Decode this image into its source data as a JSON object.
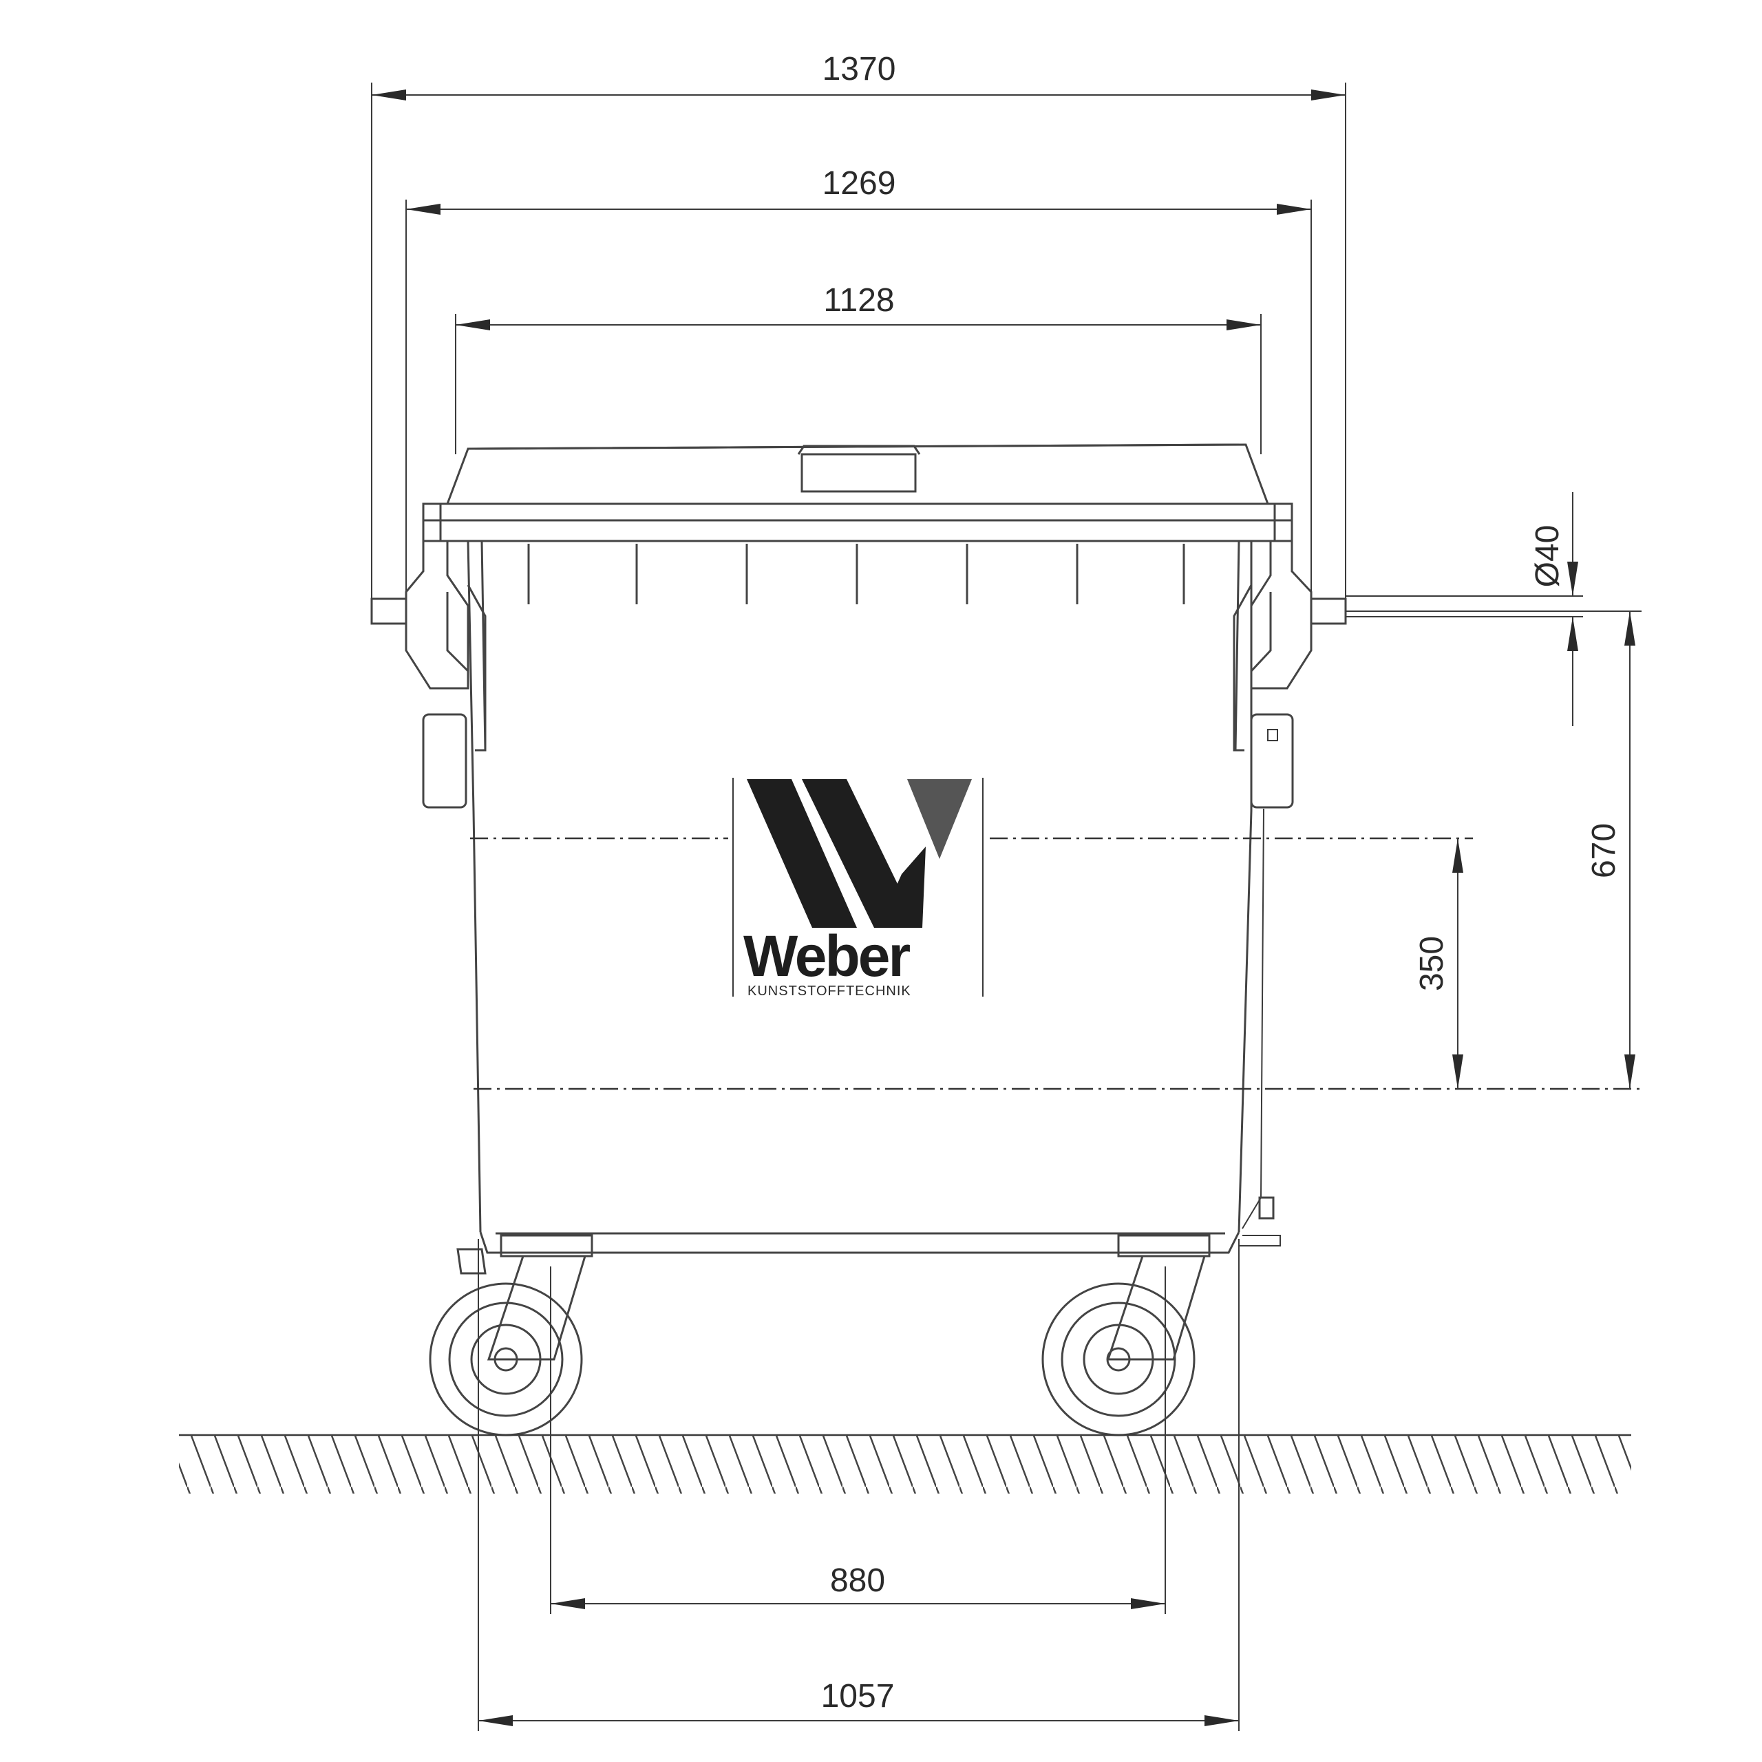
{
  "diagram": {
    "dimensions": {
      "overall_width": "1370",
      "width_mid": "1269",
      "lid_width": "1128",
      "pin_diameter": "Ø40",
      "height_670": "670",
      "height_350": "350",
      "wheel_spacing": "880",
      "base_width": "1057"
    },
    "logo": {
      "name": "Weber",
      "subtitle": "KUNSTSTOFFTECHNIK"
    },
    "colors": {
      "line": "#3a3a3a",
      "logo_dark": "#1e1e1e",
      "logo_grey": "#555555",
      "background": "#ffffff"
    }
  }
}
